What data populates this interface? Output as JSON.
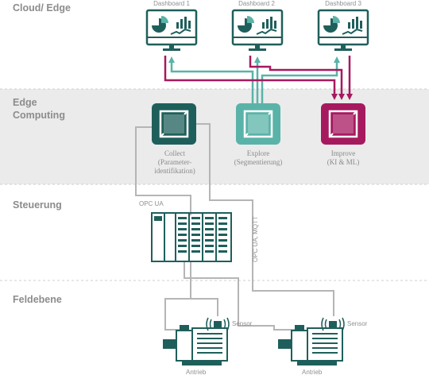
{
  "layers": {
    "cloud": "Cloud/ Edge",
    "edge_line1": "Edge",
    "edge_line2": "Computing",
    "control": "Steuerung",
    "field": "Feldebene"
  },
  "dashboards": [
    {
      "label": "Dashboard 1"
    },
    {
      "label": "Dashboard 2"
    },
    {
      "label": "Dashboard 3"
    }
  ],
  "modules": [
    {
      "name": "Collect",
      "detail_1": "(Parameter-",
      "detail_2": "identifikation)",
      "color": "#1f5f5b"
    },
    {
      "name": "Explore",
      "detail_1": "(Segmentierung)",
      "color": "#5ab3a8"
    },
    {
      "name": "Improve",
      "detail_1": "(KI & ML)",
      "color": "#a6195f"
    }
  ],
  "protocols": {
    "opc_ua": "OPC UA",
    "opc_ua_mqtt": "OPC UA, MQTT"
  },
  "drives": [
    {
      "label": "Antrieb",
      "sensor_label": "Sensor"
    },
    {
      "label": "Antrieb",
      "sensor_label": "Sensor"
    }
  ],
  "colors": {
    "teal_dark": "#1f5f5b",
    "teal_light": "#5ab3a8",
    "magenta": "#a6195f",
    "line_gray": "#b5b5b5",
    "band_gray": "#ebebeb"
  }
}
